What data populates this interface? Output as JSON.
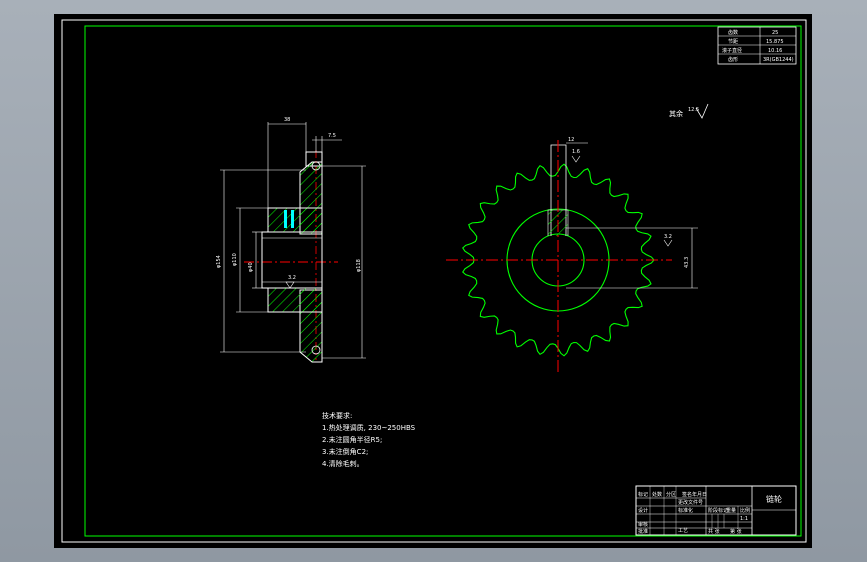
{
  "drawing": {
    "part_title": "链轮",
    "roughness_note": "其余",
    "roughness_value": "12.5",
    "tech_requirements": {
      "heading": "技术要求:",
      "items": [
        "1.热处理调质, 230~250HBS",
        "2.未注圆角半径R5;",
        "3.未注倒角C2;",
        "4.清除毛刺。"
      ]
    },
    "param_table": [
      {
        "label": "齿数",
        "value": "25"
      },
      {
        "label": "节距",
        "value": "15.875"
      },
      {
        "label": "滚子直径",
        "value": "10.16"
      },
      {
        "label": "齿形",
        "value": "3R(GB1244)"
      }
    ],
    "title_block": {
      "cells": [
        "标记",
        "处数",
        "分区",
        "更改文件号",
        "签名",
        "年月日",
        "设计",
        "标准化",
        "阶段标记",
        "重量",
        "比例",
        "1:1",
        "审核",
        "工艺",
        "批准",
        "共 张",
        "第 张"
      ]
    },
    "dimensions": {
      "hub_width": "38",
      "tooth_width": "7.5",
      "outer_dia": "φ154",
      "hub_dia": "φ110",
      "bore_dia": "φ40",
      "root_dia": "φ118",
      "keyway_width": "12",
      "keyway_depth": "43.3",
      "roughness_bore": "3.2",
      "roughness_tooth": "1.6",
      "roughness_key": "3.2"
    }
  },
  "colors": {
    "background": "#000000",
    "frame": "#ffffff",
    "border_green": "#00ff00",
    "centerline": "#ff0000",
    "hatch_green": "#00ff00",
    "accent_cyan": "#00ffff"
  }
}
